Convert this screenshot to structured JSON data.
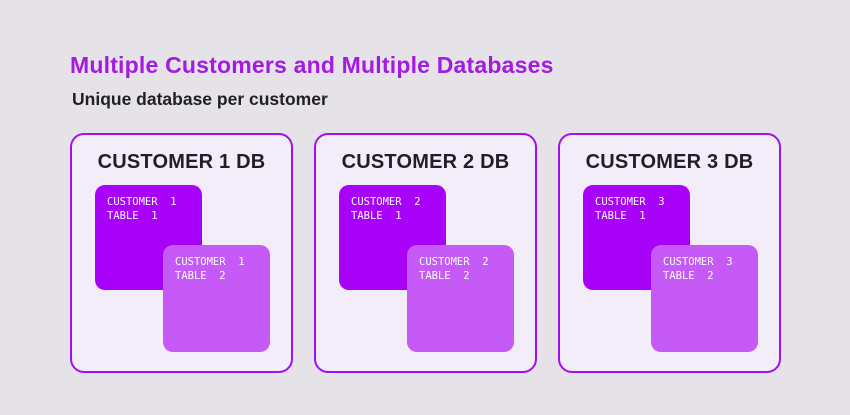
{
  "header": {
    "title": "Multiple Customers and Multiple Databases",
    "subtitle": "Unique database per customer"
  },
  "databases": [
    {
      "name": "CUSTOMER 1 DB",
      "tables": [
        {
          "line1": "CUSTOMER  1",
          "line2": "TABLE  1"
        },
        {
          "line1": "CUSTOMER  1",
          "line2": "TABLE  2"
        }
      ]
    },
    {
      "name": "CUSTOMER 2 DB",
      "tables": [
        {
          "line1": "CUSTOMER  2",
          "line2": "TABLE  1"
        },
        {
          "line1": "CUSTOMER  2",
          "line2": "TABLE  2"
        }
      ]
    },
    {
      "name": "CUSTOMER 3 DB",
      "tables": [
        {
          "line1": "CUSTOMER  3",
          "line2": "TABLE  1"
        },
        {
          "line1": "CUSTOMER  3",
          "line2": "TABLE  2"
        }
      ]
    }
  ],
  "colors": {
    "page_background": "#e5e3e8",
    "card_background": "#f2edf8",
    "card_border": "#a010f0",
    "title_text": "#a31be0",
    "dark_text": "#221e29",
    "table1_fill": "#a803f8",
    "table2_fill": "#c55af6",
    "table_text": "#ffffff"
  }
}
